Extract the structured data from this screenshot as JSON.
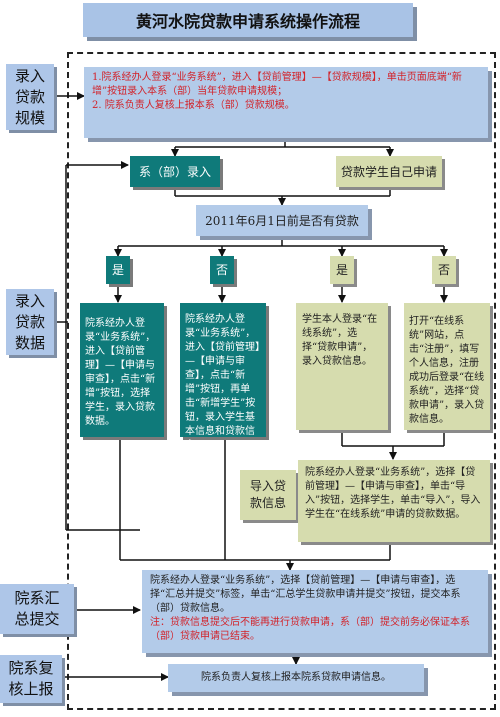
{
  "title": "黄河水院贷款申请系统操作流程",
  "side_labels": {
    "scale": "录入\n贷款\n规模",
    "data": "录入\n贷款\n数据",
    "summary": "院系汇\n总提交",
    "review": "院系复\n核上报"
  },
  "step1": {
    "line1": "1.院系经办人登录“业务系统”，进入【贷前管理】—【贷款规模】，单击页面底端“新增”按钮录入本系（部）当年贷款申请规模；",
    "line2": "2. 院系负责人复核上报本系（部）贷款规模。"
  },
  "branches": {
    "dept_entry": "系（部）录入",
    "student_apply": "贷款学生自己申请"
  },
  "question": "2011年6月1日前是否有贷款",
  "answers": {
    "yes_1": "是",
    "no_1": "否",
    "yes_2": "是",
    "no_2": "否"
  },
  "boxes": {
    "teal1": "院系经办人登录“业务系统”，进入【贷前管理】—【申请与审查】，点击“新增”按钮，选择学生，录入贷款数据。",
    "teal2": "院系经办人登录“业务系统”，进入【贷前管理】—【申请与审查】，点击“新增”按钮，再单击“新增学生”按钮，录入学生基本信息和贷款信息。",
    "olive1": "学生本人登录“在线系统”，选择“贷款申请”，录入贷款信息。",
    "olive2": "打开“在线系统”网站，点击“注册”，填写个人信息，注册成功后登录“在线系统”，选择“贷款申请”，录入贷款信息。"
  },
  "import_label": "导入贷\n款信息",
  "import_box": "院系经办人登录“业务系统”，选择【贷前管理】—【申请与审查】，单击“导入”按钮，选择学生，单击“导入”，导入学生在“在线系统”申请的贷款数据。",
  "summary_box": {
    "normal": "院系经办人登录“业务系统”，选择【贷前管理】—【申请与审查】，选择“汇总并提交”标签，单击“汇总学生贷款申请并提交”按钮，提交本系（部）贷款信息。",
    "note": "注：贷款信息提交后不能再进行贷款申请，系（部）提交前务必保证本系（部）贷款申请已结束。"
  },
  "review_box": "院系负责人复核上报本院系贷款申请信息。",
  "colors": {
    "title_bg": "#a9c3e6",
    "panel_bg": "#b3cbe9",
    "teal": "#0f7a7a",
    "olive": "#d6dcae",
    "note_red": "#d2232a"
  }
}
